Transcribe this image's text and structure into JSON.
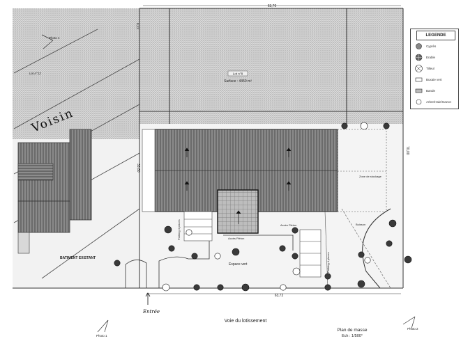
{
  "plan": {
    "dim_top": "63,70",
    "dim_left_top": "8,13",
    "dim_right": "70,00",
    "dim_building": "33,80",
    "dim_bottom": "63,72",
    "lot_label": "Lot n°8",
    "lot_area": "Surface : 4450 m²",
    "lot_neighbor": "Lot n°12",
    "voisin": "Voisin",
    "existing_building": "BATIMENT EXISTANT",
    "green_space": "Espace vert",
    "parking_left": "Parking 4 places",
    "parking_right": "Parking 4 places",
    "road": "Voie du lotissement",
    "entrance_hand": "Entrée",
    "plan_title": "Plan de masse",
    "plan_scale": "Ech : 1/500°",
    "photo1": "Photo 1",
    "photo2": "Photo 2",
    "photo4": "Photo 4",
    "small_label_a": "Accès Piéton",
    "small_label_b": "Accès Piéton",
    "small_label_c": "Zone de stockage",
    "small_label_d": "Buisson"
  },
  "legend": {
    "title": "LEGENDE",
    "items": [
      {
        "label": "Cyprès",
        "icon": "cypress-icon"
      },
      {
        "label": "Erable",
        "icon": "maple-icon"
      },
      {
        "label": "Tilleul",
        "icon": "linden-icon"
      },
      {
        "label": "Buxaie vert",
        "icon": "hedge-icon"
      },
      {
        "label": "Bande",
        "icon": "band-icon"
      },
      {
        "label": "Arbre/Haie/Gazon",
        "icon": "shrub-icon"
      }
    ]
  }
}
